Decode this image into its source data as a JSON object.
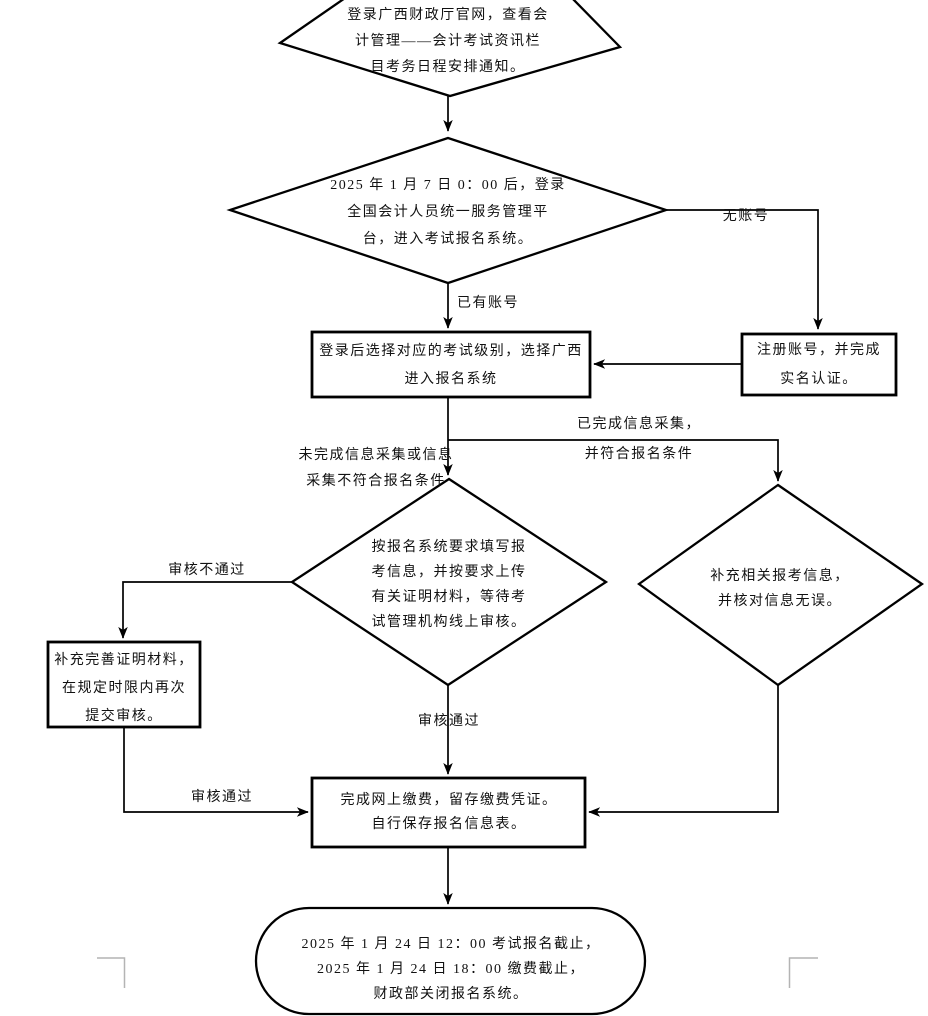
{
  "page": {
    "background": "#ffffff",
    "ink_color": "#000000",
    "corner_mark_color": "#b4b4b4"
  },
  "flowchart": {
    "nodes": {
      "check_notice": {
        "shape": "diamond",
        "text": "登录广西财政厅官网，查看会\n计管理——会计考试资讯栏\n目考务日程安排通知。"
      },
      "login_platform": {
        "shape": "diamond",
        "text": "2025 年 1 月 7 日 0：00 后，登录\n全国会计人员统一服务管理平\n台，进入考试报名系统。"
      },
      "select_level": {
        "shape": "rectangle",
        "text": "登录后选择对应的考试级别，选择广西\n进入报名系统"
      },
      "register_account": {
        "shape": "rectangle",
        "text": "注册账号，并完成\n实名认证。"
      },
      "fill_info": {
        "shape": "diamond",
        "text": "按报名系统要求填写报\n考信息，并按要求上传\n有关证明材料，等待考\n试管理机构线上审核。"
      },
      "supplement_info": {
        "shape": "diamond",
        "text": "补充相关报考信息，\n并核对信息无误。"
      },
      "resubmit": {
        "shape": "rectangle",
        "text": "补充完善证明材料，\n在规定时限内再次\n提交审核。"
      },
      "pay_fee": {
        "shape": "rectangle",
        "text": "完成网上缴费，留存缴费凭证。\n自行保存报名信息表。"
      },
      "deadline": {
        "shape": "terminator",
        "text": "2025 年 1 月 24 日 12：00 考试报名截止，\n2025 年 1 月 24 日 18：00 缴费截止，\n财政部关闭报名系统。"
      }
    },
    "edge_labels": {
      "no_account": "无账号",
      "has_account": "已有账号",
      "info_not_collected": "未完成信息采集或信息\n采集不符合报名条件",
      "info_collected": "已完成信息采集，\n并符合报名条件",
      "review_failed": "审核不通过",
      "review_passed_center": "审核通过",
      "review_passed_left": "审核通过"
    }
  }
}
